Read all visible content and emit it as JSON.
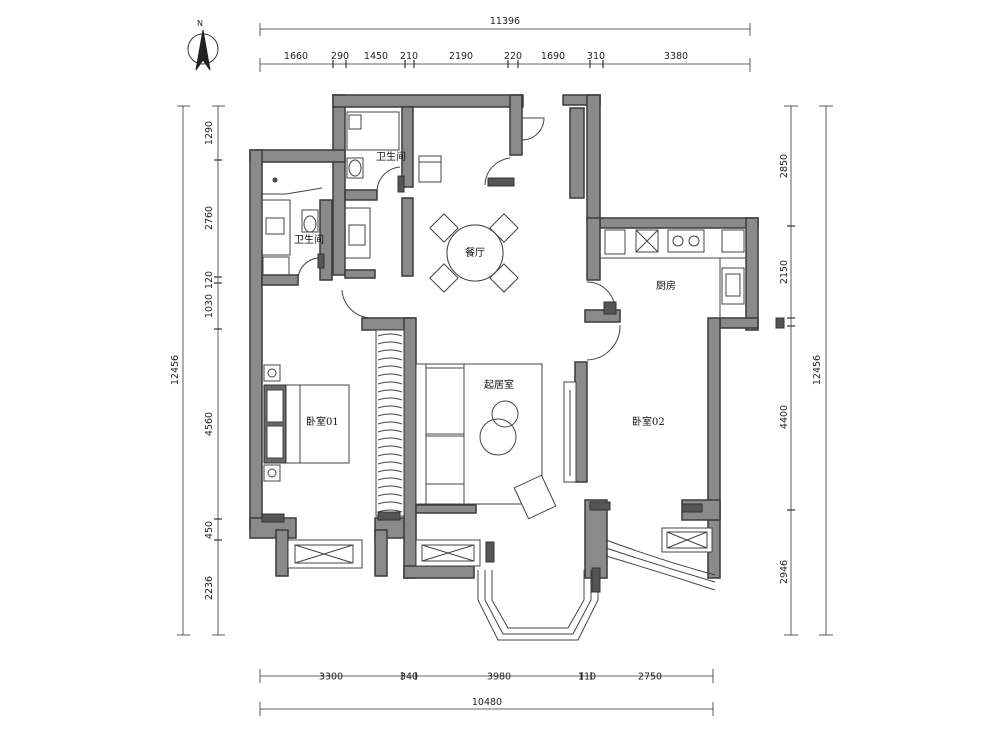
{
  "compass": {
    "label": "N"
  },
  "dimensions": {
    "top_total": "11396",
    "top_segments": [
      "1660",
      "290",
      "1450",
      "210",
      "2190",
      "220",
      "1690",
      "310",
      "3380"
    ],
    "bottom_segments": [
      "3300",
      "340",
      "3980",
      "110",
      "2750"
    ],
    "bottom_total": "10480",
    "left_segments": [
      "1290",
      "2760",
      "120",
      "1030",
      "4560",
      "450",
      "2236"
    ],
    "left_total": "12456",
    "right_segments": [
      "2850",
      "2150",
      "4400",
      "2946"
    ],
    "right_total": "12456"
  },
  "rooms": {
    "bathroom_upper": "卫生间",
    "bathroom_lower": "卫生间",
    "dining": "餐厅",
    "kitchen": "厨房",
    "living": "起居室",
    "bedroom1": "卧室01",
    "bedroom2": "卧室02"
  }
}
